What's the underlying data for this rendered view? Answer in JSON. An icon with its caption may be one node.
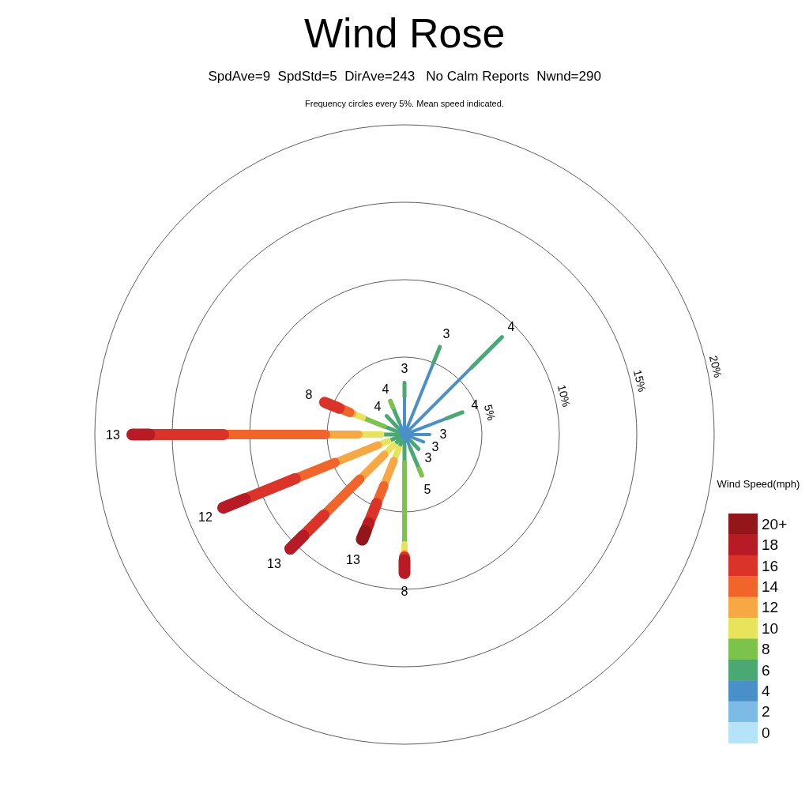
{
  "diagram": {
    "title": "Wind Rose",
    "labels": [
      "SpdAve=9  SpdStd=5  DirAve=243   No Calm Reports  Nwnd=290",
      "Frequency circles every 5%. Mean speed indicated.",
      "5%",
      "10%",
      "15%",
      "20%",
      "3",
      "3",
      "4",
      "4",
      "3",
      "3",
      "3",
      "5",
      "8",
      "13",
      "13",
      "12",
      "13",
      "8",
      "4",
      "4",
      "Wind Speed(mph)"
    ],
    "legend": [
      {
        "text": "20+",
        "color": "#93161b"
      },
      {
        "text": "18",
        "color": "#b81b24"
      },
      {
        "text": "16",
        "color": "#dc3329"
      },
      {
        "text": "14",
        "color": "#f1652b"
      },
      {
        "text": "12",
        "color": "#f8a843"
      },
      {
        "text": "10",
        "color": "#e7e35a"
      },
      {
        "text": "8",
        "color": "#7bc34a"
      },
      {
        "text": "6",
        "color": "#4aa873"
      },
      {
        "text": "4",
        "color": "#4a90c8"
      },
      {
        "text": "2",
        "color": "#7dbbe7"
      },
      {
        "text": "0",
        "color": "#b5e3f8"
      }
    ]
  }
}
